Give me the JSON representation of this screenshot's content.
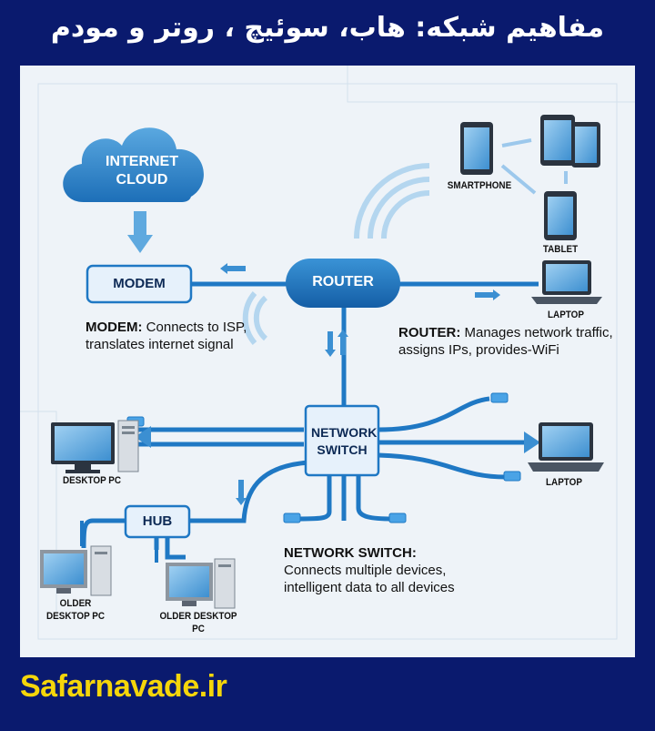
{
  "title": "مفاهیم شبکه: هاب، سوئیچ ، روتر و مودم",
  "nodes": {
    "cloud": "INTERNET CLOUD",
    "modem": "MODEM",
    "router": "ROUTER",
    "switch": "NETWORK SWITCH",
    "hub": "HUB"
  },
  "devices": {
    "smartphone": "SMARTPHONE",
    "tablet": "TABLET",
    "laptop_router": "LAPTOP",
    "laptop_switch": "LAPTOP",
    "desktop": "DESKTOP PC",
    "older1": "OLDER DESKTOP PC",
    "older2": "OLDER DESKTOP PC"
  },
  "descriptions": {
    "modem_title": "MODEM:",
    "modem_text": "Connects to ISP, translates internet signal",
    "router_title": "ROUTER:",
    "router_text": "Manages network traffic, assigns IPs, provides-WiFi",
    "switch_title": "NETWORK SWITCH:",
    "switch_text": "Connects multiple devices, intelligent data to all devices"
  },
  "brand": "Safarnavade.ir",
  "colors": {
    "background": "#0a1a6e",
    "brand_text": "#f5d60a",
    "line": "#1f78c4",
    "node_fill": "#e6f1fb"
  }
}
